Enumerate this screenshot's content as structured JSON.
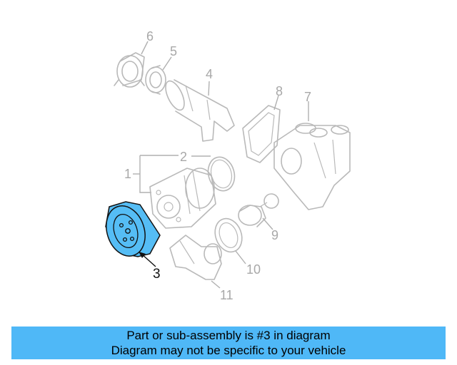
{
  "callouts": {
    "part1": "1",
    "part2": "2",
    "part3": "3",
    "part4": "4",
    "part5": "5",
    "part6": "6",
    "part7": "7",
    "part8": "8",
    "part9": "9",
    "part10": "10",
    "part11": "11"
  },
  "highlight_color": "#55bdf5",
  "banner": {
    "line1": "Part or sub-assembly is #3 in diagram",
    "line2": "Diagram may not be specific to your vehicle",
    "background": "#4fb8f7"
  }
}
